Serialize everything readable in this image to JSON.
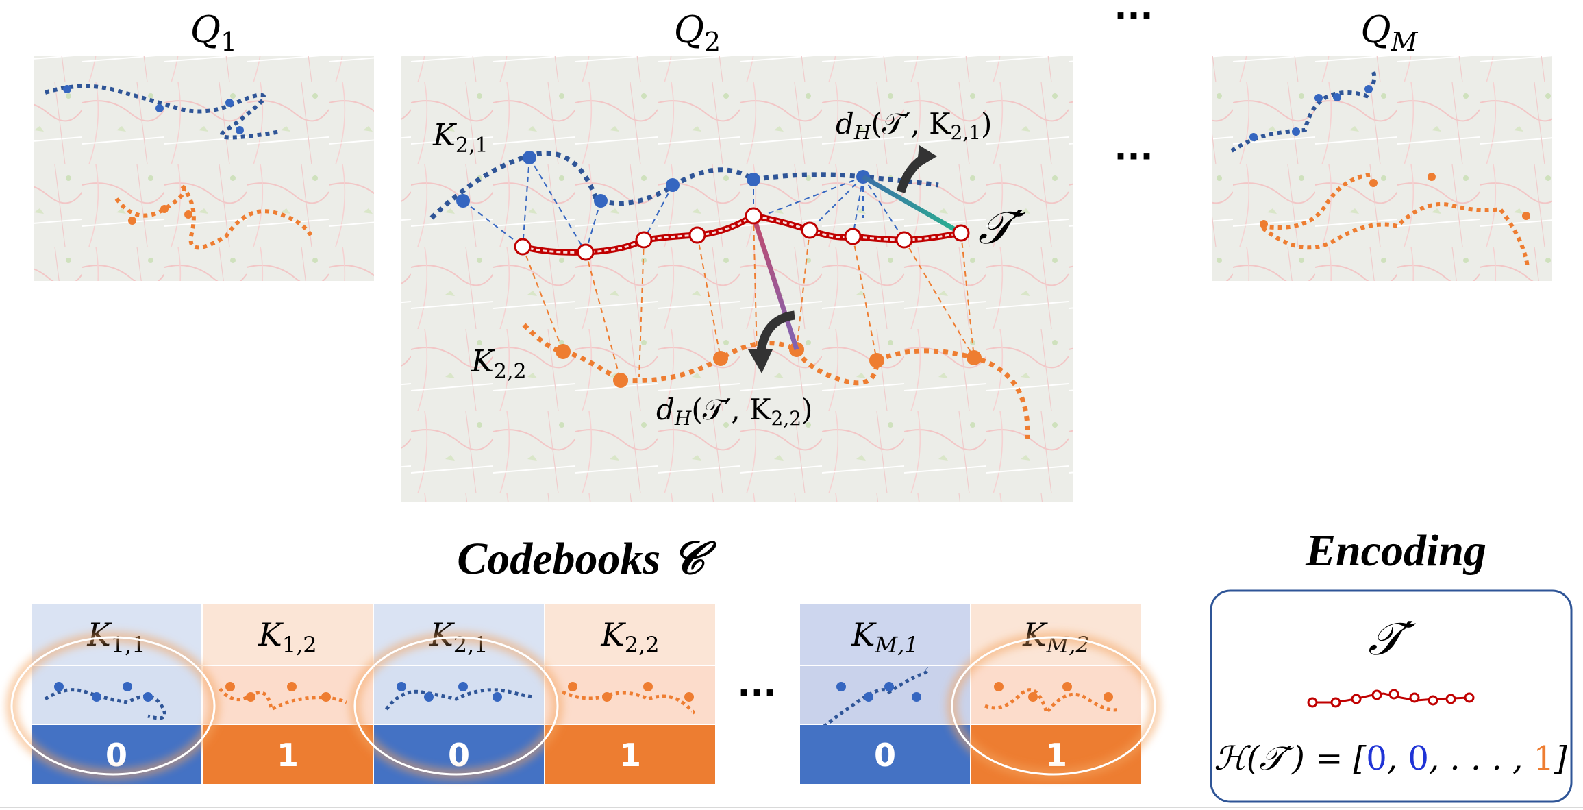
{
  "panels": {
    "q1": {
      "title": "Q",
      "sub": "1"
    },
    "q2": {
      "title": "Q",
      "sub": "2"
    },
    "qm": {
      "title": "Q",
      "sub": "M"
    },
    "ellipsis_top": "···",
    "ellipsis_mid": "···"
  },
  "q2_labels": {
    "k21": {
      "main": "K",
      "sub": "2,1"
    },
    "k22": {
      "main": "K",
      "sub": "2,2"
    },
    "t_prime": "𝒯′",
    "dist1": {
      "prefix": "d",
      "sub": "H",
      "args": "(𝒯′, K",
      "argsub": "2,1",
      "close": ")"
    },
    "dist2": {
      "prefix": "d",
      "sub": "H",
      "args": "(𝒯′, K",
      "argsub": "2,2",
      "close": ")"
    }
  },
  "codebooks": {
    "title": "Codebooks 𝒞",
    "ellipsis": "···",
    "cells": [
      {
        "main": "K",
        "sub": "1,1",
        "code": "0",
        "kind": "blue"
      },
      {
        "main": "K",
        "sub": "1,2",
        "code": "1",
        "kind": "orange"
      },
      {
        "main": "K",
        "sub": "2,1",
        "code": "0",
        "kind": "blue"
      },
      {
        "main": "K",
        "sub": "2,2",
        "code": "1",
        "kind": "orange"
      },
      {
        "main": "K",
        "sub": "M,1",
        "code": "0",
        "kind": "blue"
      },
      {
        "main": "K",
        "sub": "M,2",
        "code": "1",
        "kind": "orange"
      }
    ]
  },
  "encoding": {
    "title": "Encoding",
    "t_prime": "𝒯′",
    "formula_lhs": "ℋ(𝒯′) = [",
    "v1": "0",
    "sep1": ", ",
    "v2": "0",
    "sep2": ", . . . , ",
    "v3": "1",
    "close": "]"
  },
  "colors": {
    "blue": "#3566c0",
    "orange": "#ee7d31",
    "red": "#c00000",
    "teal": "#2aa08f",
    "purple": "#7f64b4",
    "map_bg": "#eceee9",
    "blue_light": "#dae3f3",
    "orange_light": "#fbe5d6",
    "blue_dark_cell": "#4472c4",
    "orange_dark_cell": "#ed7d31",
    "encoding_border": "#2f5597"
  }
}
